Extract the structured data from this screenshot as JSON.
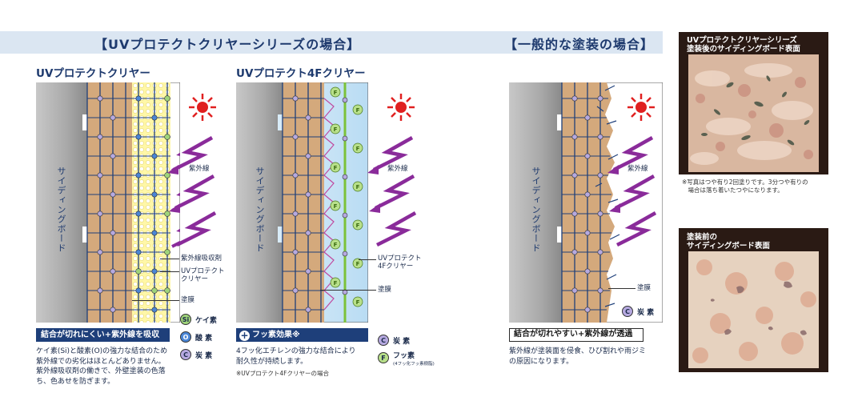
{
  "banners": {
    "left": "【UVプロテクトクリヤーシリーズの場合】",
    "right": "【一般的な塗装の場合】"
  },
  "panels": {
    "p1": {
      "title": "UVプロテクトクリヤー",
      "board_label": "サイディングボード",
      "labels": {
        "uv": "紫外線",
        "absorber": "紫外線吸収剤",
        "clear": "UVプロテクト\nクリヤー",
        "film": "塗膜"
      },
      "legend": [
        {
          "symbol": "Si",
          "label": "ケイ素",
          "color": "#9fd37a"
        },
        {
          "symbol": "O",
          "label": "酸 素",
          "color": "#4a86d6"
        },
        {
          "symbol": "C",
          "label": "炭 素",
          "color": "#b6a9e0"
        }
      ],
      "bar": "結合が切れにくい+紫外線を吸収",
      "description": "ケイ素(Si)と酸素(O)の強力な結合のため\n紫外線での劣化はほとんどありません。\n紫外線吸収剤の働きで、外壁塗装の色落\nち、色あせを防ぎます。"
    },
    "p2": {
      "title": "UVプロテクト4Fクリヤー",
      "board_label": "サイディングボード",
      "labels": {
        "uv": "紫外線",
        "clear": "UVプロテクト\n4Fクリヤー",
        "film": "塗膜"
      },
      "legend": [
        {
          "symbol": "C",
          "label": "炭 素",
          "sub": "",
          "color": "#b6a9e0"
        },
        {
          "symbol": "F",
          "label": "フッ素",
          "sub": "(4フッ化フッ素樹脂)",
          "color": "#b8e08a"
        }
      ],
      "bar": "フッ素効果※",
      "description": "4フッ化エチレンの強力な結合により\n耐久性が持続します。",
      "footnote": "※UVプロテクト4Fクリヤーの場合"
    },
    "p3": {
      "title": "",
      "board_label": "サイディングボード",
      "labels": {
        "uv": "紫外線",
        "film": "塗膜"
      },
      "legend": [
        {
          "symbol": "C",
          "label": "炭 素",
          "color": "#b6a9e0"
        }
      ],
      "bar": "結合が切れやすい+紫外線が透過",
      "description": "紫外線が塗装面を侵食、ひび割れや雨ジミ\nの原因になります。"
    }
  },
  "photos": {
    "top": {
      "title": "UVプロテクトクリヤーシリーズ\n塗装後のサイディングボード表面",
      "note": "※写真はつや有り2回塗りです。3分つや有りの\n　場合は落ち着いたつやになります。"
    },
    "bottom": {
      "title": "塗装前の\nサイディングボード表面"
    }
  },
  "colors": {
    "navy": "#1e3f7a",
    "banner": "#dbe6f2",
    "uv_purple": "#8a2b9a",
    "sun_red": "#e02020",
    "brick": "#d4a97c",
    "board_gray": "#9a9a9a",
    "clear_yellow": "#fff7a8",
    "fluoro_blue": "#cfe6f7"
  },
  "icons": [
    "sun-icon",
    "uv-bolt-icon",
    "plus-circle-icon"
  ]
}
